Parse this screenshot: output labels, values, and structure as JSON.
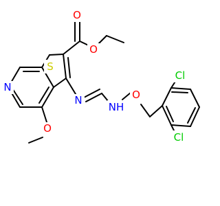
{
  "colors": {
    "bond": "#000000",
    "C": "#000000",
    "N": "#0000ff",
    "O": "#ff0000",
    "S": "#cccc00",
    "Cl": "#00cc00"
  },
  "atom_labels": {
    "S1": "S",
    "N_ring": "N",
    "N_imine": "N",
    "NH": "NH",
    "O_carbonyl": "O",
    "O_ester": "O",
    "O_methoxy": "O",
    "O_oxime": "O",
    "Cl_top": "Cl",
    "Cl_bottom": "Cl"
  }
}
